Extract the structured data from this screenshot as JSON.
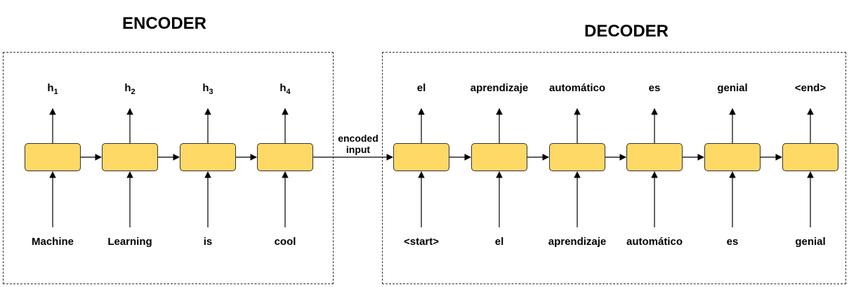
{
  "encoder": {
    "title": "ENCODER",
    "inputs": [
      "Machine",
      "Learning",
      "is",
      "cool"
    ],
    "outputs": [
      {
        "base": "h",
        "sub": "1"
      },
      {
        "base": "h",
        "sub": "2"
      },
      {
        "base": "h",
        "sub": "3"
      },
      {
        "base": "h",
        "sub": "4"
      }
    ]
  },
  "decoder": {
    "title": "DECODER",
    "inputs": [
      "<start>",
      "el",
      "aprendizaje",
      "automático",
      "es",
      "genial"
    ],
    "outputs": [
      "el",
      "aprendizaje",
      "automático",
      "es",
      "genial",
      "<end>"
    ]
  },
  "bridge": {
    "line1": "encoded",
    "line2": "input"
  },
  "colors": {
    "cell_fill": "#FFD966",
    "cell_border": "#333333",
    "arrow": "#000000"
  }
}
